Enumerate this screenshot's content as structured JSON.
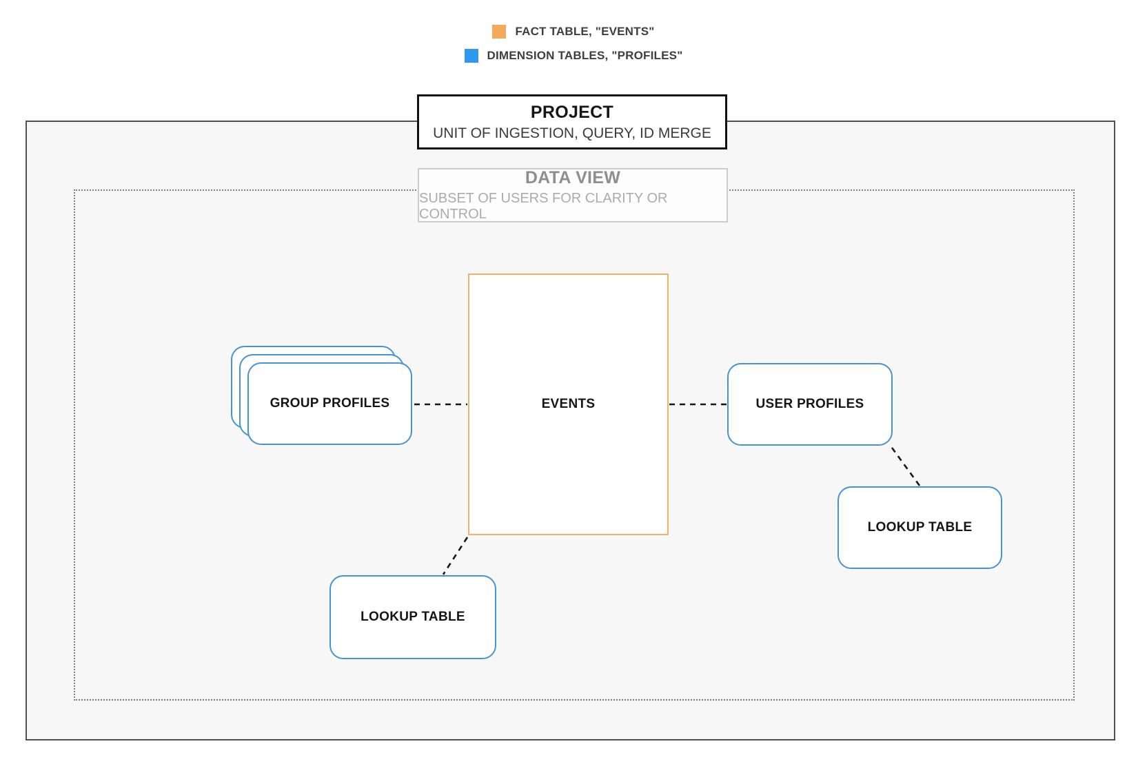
{
  "colors": {
    "fact_orange": "#f5a95c",
    "dimension_blue": "#3097ee",
    "node_border_blue": "#4793d2",
    "events_border_orange": "#f0b269",
    "project_container_bg": "#f7f7f8",
    "connector_black": "#151515"
  },
  "legend": {
    "items": [
      {
        "swatch": "fact-orange-swatch",
        "label": "FACT TABLE, \"EVENTS\""
      },
      {
        "swatch": "dimension-blue-swatch",
        "label": "DIMENSION TABLES, \"PROFILES\""
      }
    ]
  },
  "project": {
    "title": "PROJECT",
    "subtitle": "UNIT OF INGESTION, QUERY, ID MERGE"
  },
  "data_view": {
    "title": "DATA VIEW",
    "subtitle": "SUBSET OF USERS FOR CLARITY OR CONTROL"
  },
  "nodes": {
    "events": {
      "label": "EVENTS",
      "type": "fact"
    },
    "group_profiles": {
      "label": "GROUP PROFILES",
      "type": "dimension",
      "stacked_copies": 3
    },
    "user_profiles": {
      "label": "USER PROFILES",
      "type": "dimension"
    },
    "lookup_table_right": {
      "label": "LOOKUP TABLE",
      "type": "dimension"
    },
    "lookup_table_bottom": {
      "label": "LOOKUP TABLE",
      "type": "dimension"
    }
  },
  "connections": [
    {
      "from": "group_profiles",
      "to": "events",
      "style": "dashed"
    },
    {
      "from": "events",
      "to": "user_profiles",
      "style": "dashed"
    },
    {
      "from": "user_profiles",
      "to": "lookup_table_right",
      "style": "dashed"
    },
    {
      "from": "events",
      "to": "lookup_table_bottom",
      "style": "dashed"
    }
  ]
}
